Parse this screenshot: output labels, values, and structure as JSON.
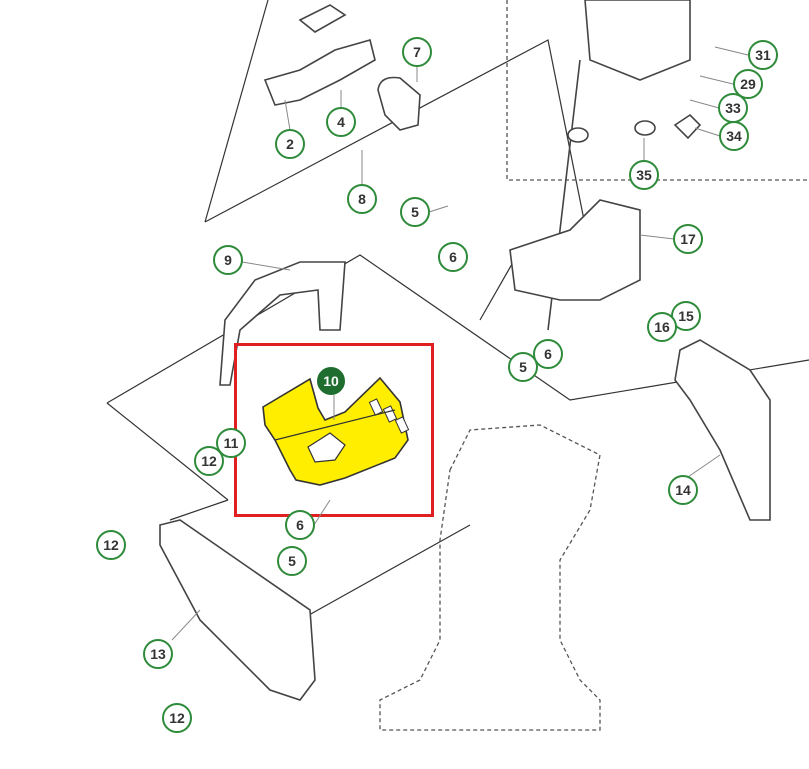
{
  "diagram": {
    "callouts": [
      "2",
      "4",
      "7",
      "8",
      "5",
      "6",
      "17",
      "31",
      "29",
      "33",
      "34",
      "35",
      "9",
      "15",
      "16",
      "6",
      "5",
      "10",
      "11",
      "12",
      "14",
      "6",
      "5",
      "12",
      "13",
      "12"
    ],
    "highlighted_part": "10",
    "colors": {
      "highlight_fill": "#ffee00",
      "callout_ring": "#2e8b3a",
      "selection_box": "#e02020",
      "highlighted_callout": "#1f6e30"
    }
  }
}
